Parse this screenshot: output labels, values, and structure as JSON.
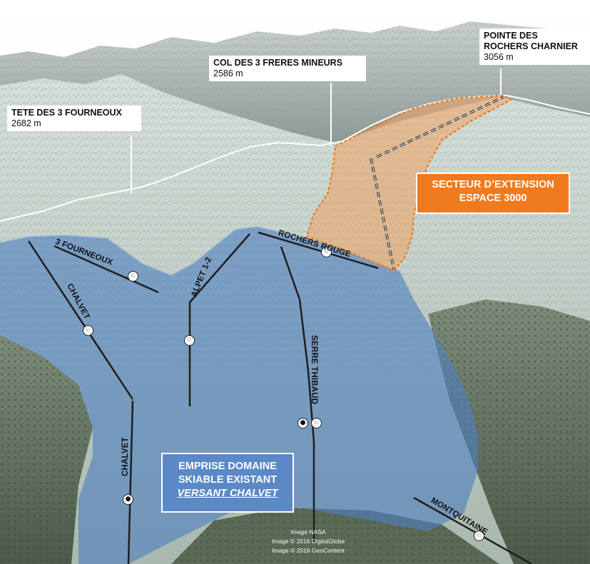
{
  "peaks": [
    {
      "name": "TETE DES 3 FOURNEOUX",
      "altitude": "2682 m"
    },
    {
      "name": "COL DES 3 FRERES MINEURS",
      "altitude": "2586 m"
    },
    {
      "name": "POINTE DES\nROCHERS CHARNIER",
      "altitude": "3056 m"
    }
  ],
  "lifts": {
    "fourneoux": "3 FOURNEOUX",
    "chalvet_upper": "CHALVET",
    "alpet": "ALPET 1-2",
    "rochers_rouge": "ROCHERS ROUGE",
    "serre_thibaud": "SERRE THIBAUD",
    "chalvet_lower": "CHALVET",
    "montquitaine": "MONTQUITAINE"
  },
  "extension_box": {
    "line1": "SECTEUR D’EXTENSION",
    "line2": "ESPACE 3000"
  },
  "existing_box": {
    "line1": "EMPRISE DOMAINE",
    "line2": "SKIABLE EXISTANT",
    "line3": "VERSANT CHALVET"
  },
  "credits": {
    "line1": "Image NASA",
    "line2": "Image © 2016 DigitalGlobe",
    "line3": "Image © 2016 GeoContent"
  },
  "colors": {
    "existing_area": "#4f7fc0",
    "extension_area": "#f0a060",
    "extension_border": "#f07a1e",
    "sky": "#ffffff"
  }
}
